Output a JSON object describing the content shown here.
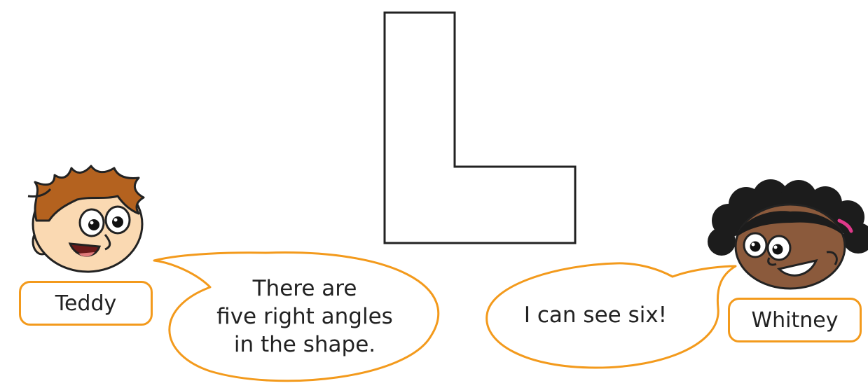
{
  "teddy": {
    "name": "Teddy",
    "speech": [
      "There are",
      "five right angles",
      "in the shape."
    ]
  },
  "whitney": {
    "name": "Whitney",
    "speech": "I can see six!"
  },
  "colors": {
    "bubble_border": "#F39A1C",
    "shape_outline": "#222222",
    "teddy_hair": "#B4621F",
    "teddy_skin": "#FAD9B2",
    "whitney_hair": "#1C1C1C",
    "whitney_skin": "#8B5A3C",
    "whitney_accent": "#E0398A"
  }
}
